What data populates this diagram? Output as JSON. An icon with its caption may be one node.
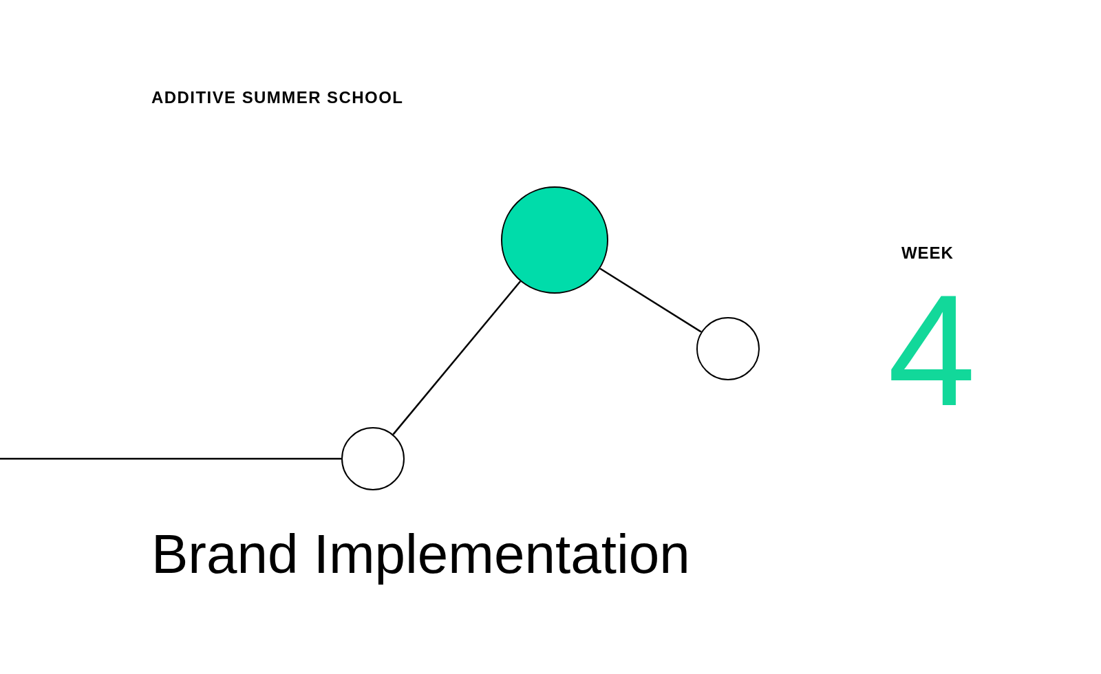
{
  "diagram": {
    "title": "Brand Implementation",
    "nodes": [
      {
        "text": [],
        "shape": "circle"
      },
      {
        "text": [],
        "shape": "circle"
      },
      {
        "text": [],
        "shape": "circle"
      }
    ],
    "edges": [
      {
        "from": null,
        "to": 0,
        "arrow": "none"
      },
      {
        "from": 0,
        "to": 1,
        "arrow": "none"
      },
      {
        "from": 1,
        "to": 2,
        "arrow": "none"
      }
    ],
    "labels": [
      "ADDITIVE SUMMER SCHOOL",
      "WEEK",
      "4"
    ]
  }
}
